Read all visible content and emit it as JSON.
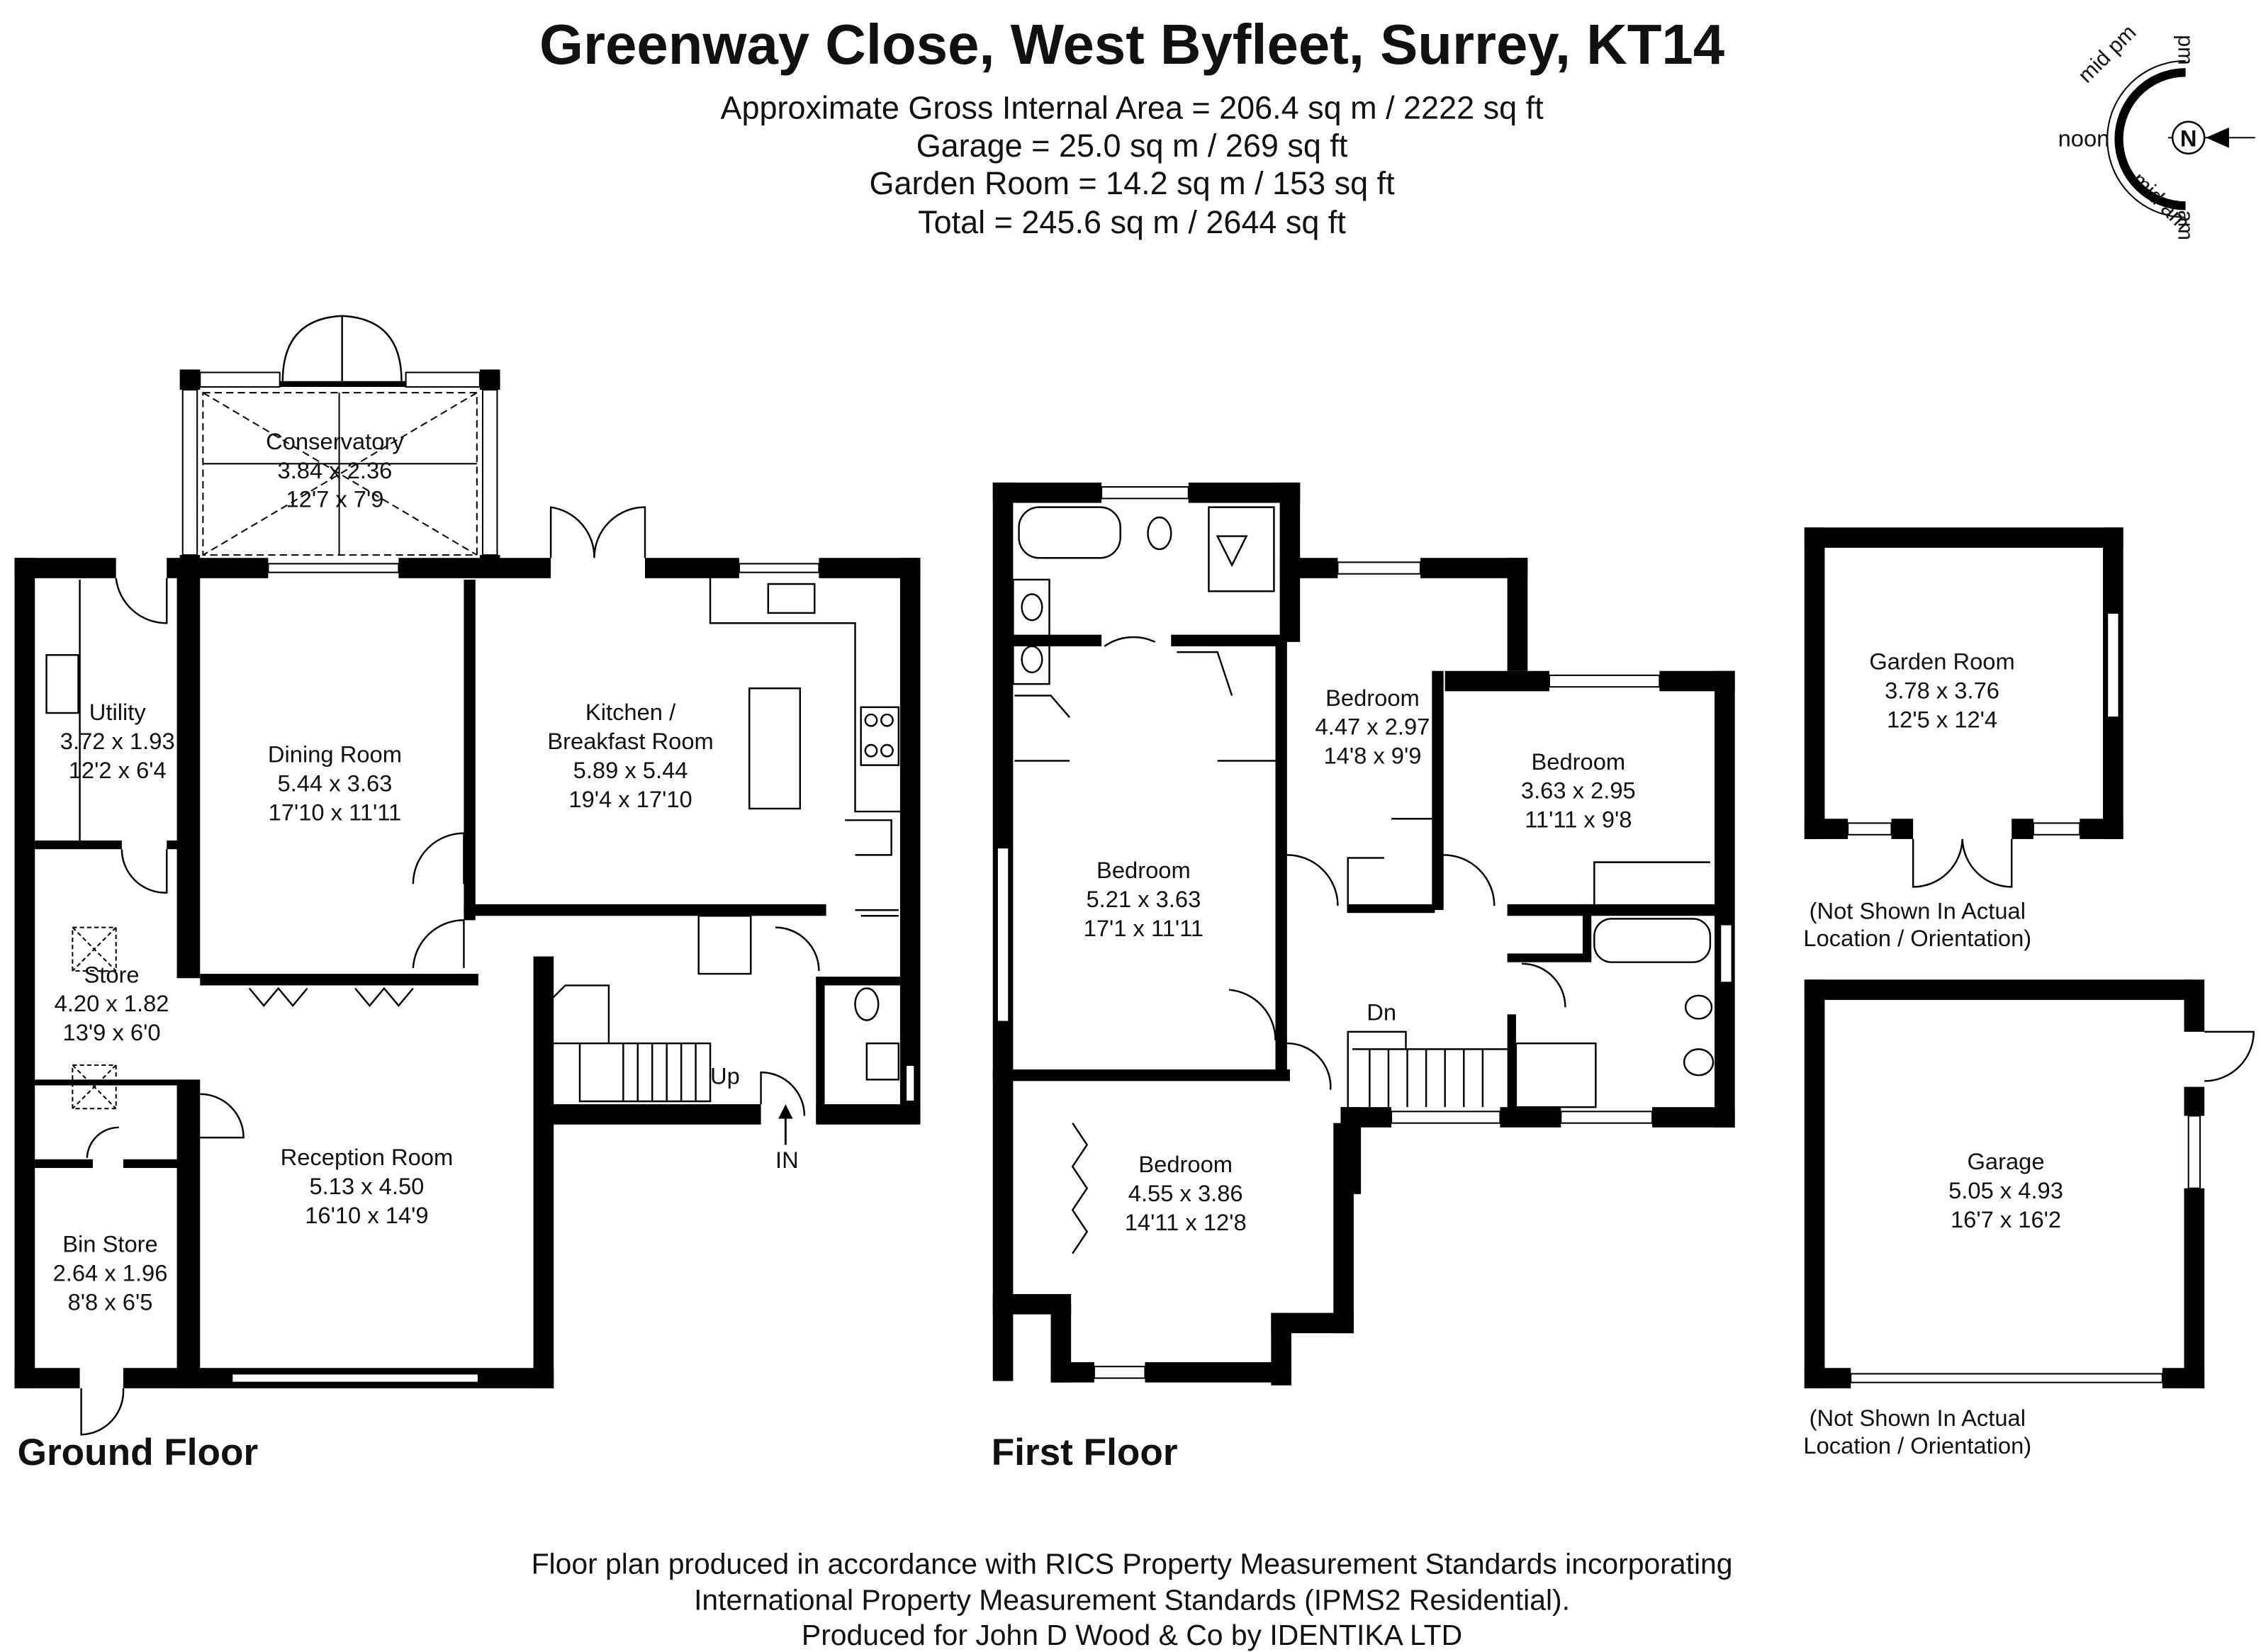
{
  "header": {
    "title": "Greenway Close, West Byfleet, Surrey, KT14",
    "area_lines": [
      "Approximate Gross Internal Area = 206.4 sq m / 2222 sq ft",
      "Garage = 25.0 sq m / 269 sq ft",
      "Garden Room = 14.2 sq m / 153 sq ft",
      "Total = 245.6 sq m / 2644 sq ft"
    ]
  },
  "compass": {
    "labels": {
      "mid_pm": "mid pm",
      "pm": "pm",
      "noon": "noon",
      "north": "N",
      "mid_am": "mid am",
      "am": "am"
    }
  },
  "ground_floor": {
    "label": "Ground Floor",
    "rooms": {
      "conservatory": {
        "name": "Conservatory",
        "metric": "3.84 x 2.36",
        "imperial": "12'7 x 7'9"
      },
      "utility": {
        "name": "Utility",
        "metric": "3.72 x 1.93",
        "imperial": "12'2 x 6'4"
      },
      "dining": {
        "name": "Dining Room",
        "metric": "5.44 x 3.63",
        "imperial": "17'10 x 11'11"
      },
      "kitchen": {
        "name_line1": "Kitchen /",
        "name_line2": "Breakfast Room",
        "metric": "5.89 x 5.44",
        "imperial": "19'4 x 17'10"
      },
      "store": {
        "name": "Store",
        "metric": "4.20 x 1.82",
        "imperial": "13'9 x 6'0"
      },
      "reception": {
        "name": "Reception Room",
        "metric": "5.13 x 4.50",
        "imperial": "16'10 x 14'9"
      },
      "bin_store": {
        "name": "Bin Store",
        "metric": "2.64 x 1.96",
        "imperial": "8'8 x 6'5"
      }
    },
    "labels": {
      "up": "Up",
      "in": "IN"
    }
  },
  "first_floor": {
    "label": "First Floor",
    "rooms": {
      "bedroom_main": {
        "name": "Bedroom",
        "metric": "5.21 x 3.63",
        "imperial": "17'1 x 11'11"
      },
      "bedroom_2": {
        "name": "Bedroom",
        "metric": "4.47 x 2.97",
        "imperial": "14'8 x 9'9"
      },
      "bedroom_3": {
        "name": "Bedroom",
        "metric": "3.63 x 2.95",
        "imperial": "11'11 x 9'8"
      },
      "bedroom_4": {
        "name": "Bedroom",
        "metric": "4.55 x 3.86",
        "imperial": "14'11 x 12'8"
      }
    },
    "labels": {
      "down": "Dn"
    }
  },
  "outbuildings": {
    "garden_room": {
      "name": "Garden Room",
      "metric": "3.78 x 3.76",
      "imperial": "12'5 x 12'4",
      "note_line1": "(Not Shown In Actual",
      "note_line2": "Location / Orientation)"
    },
    "garage": {
      "name": "Garage",
      "metric": "5.05 x 4.93",
      "imperial": "16'7 x 16'2",
      "note_line1": "(Not Shown In Actual",
      "note_line2": "Location / Orientation)"
    }
  },
  "footer": {
    "lines": [
      "Floor plan produced in accordance with RICS Property Measurement Standards incorporating",
      "International Property Measurement Standards (IPMS2 Residential).",
      "Produced for John D Wood & Co by IDENTIKA LTD"
    ]
  }
}
